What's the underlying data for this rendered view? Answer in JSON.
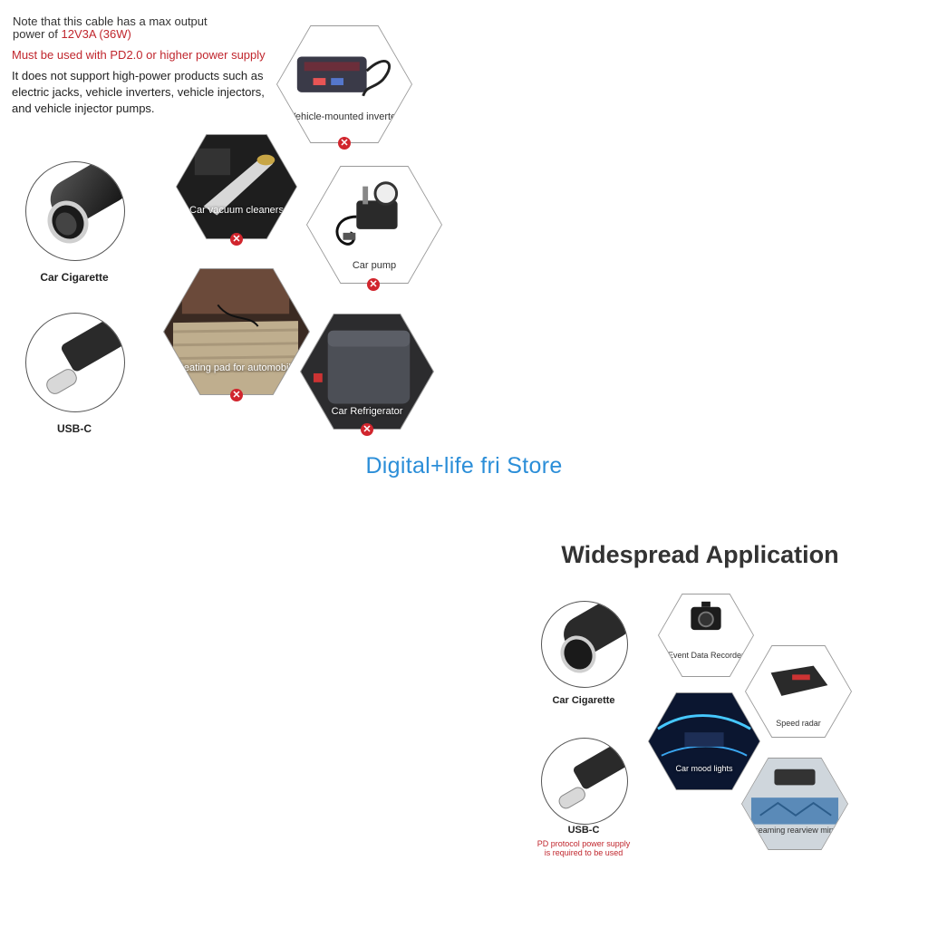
{
  "top": {
    "note_prefix": "Note that this cable has a max output power of ",
    "note_power": "12V3A (36W)",
    "must": "Must be used with PD2.0 or higher power supply",
    "warning": "It does not support high-power products such as electric jacks, vehicle inverters, vehicle injectors, and vehicle injector pumps.",
    "circle1": "Car Cigarette",
    "circle2": "USB-C",
    "items": [
      "Vehicle-mounted inverter",
      "Car vacuum cleaners",
      "Car pump",
      "Heating pad for automobile",
      "Car Refrigerator"
    ],
    "x_symbol": "✕"
  },
  "store": "Digital+life fri Store",
  "bottom": {
    "title": "Widespread Application",
    "circle1": "Car Cigarette",
    "circle2": "USB-C",
    "usbc_note": "PD protocol power supply is required to be used",
    "items": [
      "Event Data Recorder",
      "Speed radar",
      "Car mood lights",
      "Streaming rearview mirror"
    ]
  },
  "colors": {
    "red": "#c0262d",
    "blue": "#2b8ed8",
    "xred": "#d1252d"
  }
}
